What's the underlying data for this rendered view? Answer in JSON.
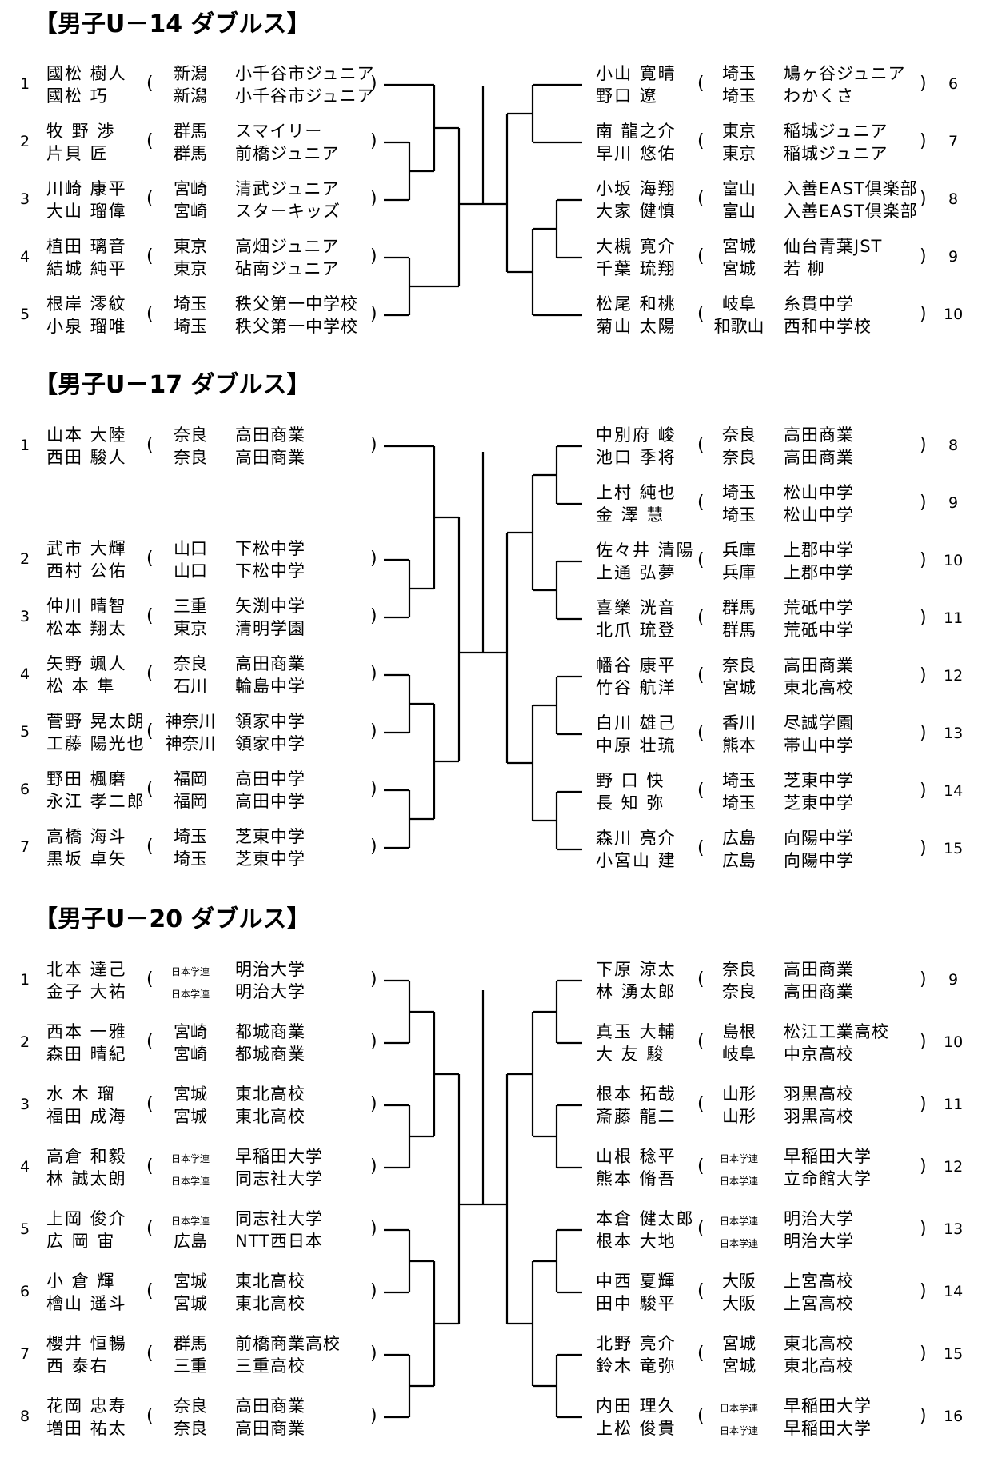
{
  "sections": [
    {
      "title": "【男子U－14 ダブルス】",
      "left": [
        {
          "num": "1",
          "p1": "國松 樹人",
          "a1": "新潟",
          "s1": "小千谷市ジュニア",
          "p2": "國松 巧",
          "a2": "新潟",
          "s2": "小千谷市ジュニア"
        },
        {
          "num": "2",
          "p1": "牧 野 渉",
          "a1": "群馬",
          "s1": "スマイリー",
          "p2": "片貝 匠",
          "a2": "群馬",
          "s2": "前橋ジュニア"
        },
        {
          "num": "3",
          "p1": "川崎 康平",
          "a1": "宮崎",
          "s1": "清武ジュニア",
          "p2": "大山 瑠偉",
          "a2": "宮崎",
          "s2": "スターキッズ"
        },
        {
          "num": "4",
          "p1": "植田 璃音",
          "a1": "東京",
          "s1": "高畑ジュニア",
          "p2": "結城 純平",
          "a2": "東京",
          "s2": "砧南ジュニア"
        },
        {
          "num": "5",
          "p1": "根岸 澪紋",
          "a1": "埼玉",
          "s1": "秩父第一中学校",
          "p2": "小泉 瑠唯",
          "a2": "埼玉",
          "s2": "秩父第一中学校"
        }
      ],
      "right": [
        {
          "num": "6",
          "p1": "小山 寛晴",
          "a1": "埼玉",
          "s1": "鳩ヶ谷ジュニア",
          "p2": "野口 遼",
          "a2": "埼玉",
          "s2": "わかくさ"
        },
        {
          "num": "7",
          "p1": "南 龍之介",
          "a1": "東京",
          "s1": "稲城ジュニア",
          "p2": "早川 悠佑",
          "a2": "東京",
          "s2": "稲城ジュニア"
        },
        {
          "num": "8",
          "p1": "小坂 海翔",
          "a1": "富山",
          "s1": "入善EAST倶楽部",
          "p2": "大家 健慎",
          "a2": "富山",
          "s2": "入善EAST倶楽部"
        },
        {
          "num": "9",
          "p1": "大槻 寛介",
          "a1": "宮城",
          "s1": "仙台青葉JST",
          "p2": "千葉 琉翔",
          "a2": "宮城",
          "s2": "若 柳"
        },
        {
          "num": "10",
          "p1": "松尾 和桃",
          "a1": "岐阜",
          "s1": "糸貫中学",
          "p2": "菊山 太陽",
          "a2": "和歌山",
          "s2": "西和中学校"
        }
      ]
    },
    {
      "title": "【男子U－17 ダブルス】",
      "left": [
        {
          "num": "1",
          "p1": "山本 大陸",
          "a1": "奈良",
          "s1": "高田商業",
          "p2": "西田 駿人",
          "a2": "奈良",
          "s2": "高田商業"
        },
        {
          "num": "2",
          "p1": "武市 大輝",
          "a1": "山口",
          "s1": "下松中学",
          "p2": "西村 公佑",
          "a2": "山口",
          "s2": "下松中学"
        },
        {
          "num": "3",
          "p1": "仲川 晴智",
          "a1": "三重",
          "s1": "矢渕中学",
          "p2": "松本 翔太",
          "a2": "東京",
          "s2": "清明学園"
        },
        {
          "num": "4",
          "p1": "矢野 颯人",
          "a1": "奈良",
          "s1": "高田商業",
          "p2": "松 本 隼",
          "a2": "石川",
          "s2": "輪島中学"
        },
        {
          "num": "5",
          "p1": "菅野 晃太朗",
          "a1": "神奈川",
          "s1": "領家中学",
          "p2": "工藤 陽光也",
          "a2": "神奈川",
          "s2": "領家中学"
        },
        {
          "num": "6",
          "p1": "野田 楓磨",
          "a1": "福岡",
          "s1": "高田中学",
          "p2": "永江 孝二郎",
          "a2": "福岡",
          "s2": "高田中学"
        },
        {
          "num": "7",
          "p1": "高橋 海斗",
          "a1": "埼玉",
          "s1": "芝東中学",
          "p2": "黒坂 卓矢",
          "a2": "埼玉",
          "s2": "芝東中学"
        }
      ],
      "right": [
        {
          "num": "8",
          "p1": "中別府 峻",
          "a1": "奈良",
          "s1": "高田商業",
          "p2": "池口 季将",
          "a2": "奈良",
          "s2": "高田商業"
        },
        {
          "num": "9",
          "p1": "上村 純也",
          "a1": "埼玉",
          "s1": "松山中学",
          "p2": "金 澤 慧",
          "a2": "埼玉",
          "s2": "松山中学"
        },
        {
          "num": "10",
          "p1": "佐々井 清陽",
          "a1": "兵庫",
          "s1": "上郡中学",
          "p2": "上通 弘夢",
          "a2": "兵庫",
          "s2": "上郡中学"
        },
        {
          "num": "11",
          "p1": "喜樂 洸音",
          "a1": "群馬",
          "s1": "荒砥中学",
          "p2": "北爪 琉登",
          "a2": "群馬",
          "s2": "荒砥中学"
        },
        {
          "num": "12",
          "p1": "幡谷 康平",
          "a1": "奈良",
          "s1": "高田商業",
          "p2": "竹谷 航洋",
          "a2": "宮城",
          "s2": "東北高校"
        },
        {
          "num": "13",
          "p1": "白川 雄己",
          "a1": "香川",
          "s1": "尽誠学園",
          "p2": "中原 壮琉",
          "a2": "熊本",
          "s2": "帯山中学"
        },
        {
          "num": "14",
          "p1": "野 口 快",
          "a1": "埼玉",
          "s1": "芝東中学",
          "p2": "長 知 弥",
          "a2": "埼玉",
          "s2": "芝東中学"
        },
        {
          "num": "15",
          "p1": "森川 亮介",
          "a1": "広島",
          "s1": "向陽中学",
          "p2": "小宮山 建",
          "a2": "広島",
          "s2": "向陽中学"
        }
      ]
    },
    {
      "title": "【男子U－20 ダブルス】",
      "left": [
        {
          "num": "1",
          "p1": "北本 達己",
          "a1": "日本学連",
          "s1": "明治大学",
          "p2": "金子 大祐",
          "a2": "日本学連",
          "s2": "明治大学"
        },
        {
          "num": "2",
          "p1": "西本 一雅",
          "a1": "宮崎",
          "s1": "都城商業",
          "p2": "森田 晴紀",
          "a2": "宮崎",
          "s2": "都城商業"
        },
        {
          "num": "3",
          "p1": "水 木 瑠",
          "a1": "宮城",
          "s1": "東北高校",
          "p2": "福田 成海",
          "a2": "宮城",
          "s2": "東北高校"
        },
        {
          "num": "4",
          "p1": "高倉 和毅",
          "a1": "日本学連",
          "s1": "早稲田大学",
          "p2": "林 誠太朗",
          "a2": "日本学連",
          "s2": "同志社大学"
        },
        {
          "num": "5",
          "p1": "上岡 俊介",
          "a1": "日本学連",
          "s1": "同志社大学",
          "p2": "広 岡 宙",
          "a2": "広島",
          "s2": "NTT西日本"
        },
        {
          "num": "6",
          "p1": "小 倉 輝",
          "a1": "宮城",
          "s1": "東北高校",
          "p2": "檜山 遥斗",
          "a2": "宮城",
          "s2": "東北高校"
        },
        {
          "num": "7",
          "p1": "櫻井 恒暢",
          "a1": "群馬",
          "s1": "前橋商業高校",
          "p2": "西 泰右",
          "a2": "三重",
          "s2": "三重高校"
        },
        {
          "num": "8",
          "p1": "花岡 忠寿",
          "a1": "奈良",
          "s1": "高田商業",
          "p2": "増田 祐太",
          "a2": "奈良",
          "s2": "高田商業"
        }
      ],
      "right": [
        {
          "num": "9",
          "p1": "下原 涼太",
          "a1": "奈良",
          "s1": "高田商業",
          "p2": "林 湧太郎",
          "a2": "奈良",
          "s2": "高田商業"
        },
        {
          "num": "10",
          "p1": "真玉 大輔",
          "a1": "島根",
          "s1": "松江工業高校",
          "p2": "大 友 駿",
          "a2": "岐阜",
          "s2": "中京高校"
        },
        {
          "num": "11",
          "p1": "根本 拓哉",
          "a1": "山形",
          "s1": "羽黒高校",
          "p2": "斎藤 龍二",
          "a2": "山形",
          "s2": "羽黒高校"
        },
        {
          "num": "12",
          "p1": "山根 稔平",
          "a1": "日本学連",
          "s1": "早稲田大学",
          "p2": "熊本 脩吾",
          "a2": "日本学連",
          "s2": "立命館大学"
        },
        {
          "num": "13",
          "p1": "本倉 健太郎",
          "a1": "日本学連",
          "s1": "明治大学",
          "p2": "根本 大地",
          "a2": "日本学連",
          "s2": "明治大学"
        },
        {
          "num": "14",
          "p1": "中西 夏輝",
          "a1": "大阪",
          "s1": "上宮高校",
          "p2": "田中 駿平",
          "a2": "大阪",
          "s2": "上宮高校"
        },
        {
          "num": "15",
          "p1": "北野 亮介",
          "a1": "宮城",
          "s1": "東北高校",
          "p2": "鈴木 竜弥",
          "a2": "宮城",
          "s2": "東北高校"
        },
        {
          "num": "16",
          "p1": "内田 理久",
          "a1": "日本学連",
          "s1": "早稲田大学",
          "p2": "上松 俊貴",
          "a2": "日本学連",
          "s2": "早稲田大学"
        }
      ]
    }
  ]
}
